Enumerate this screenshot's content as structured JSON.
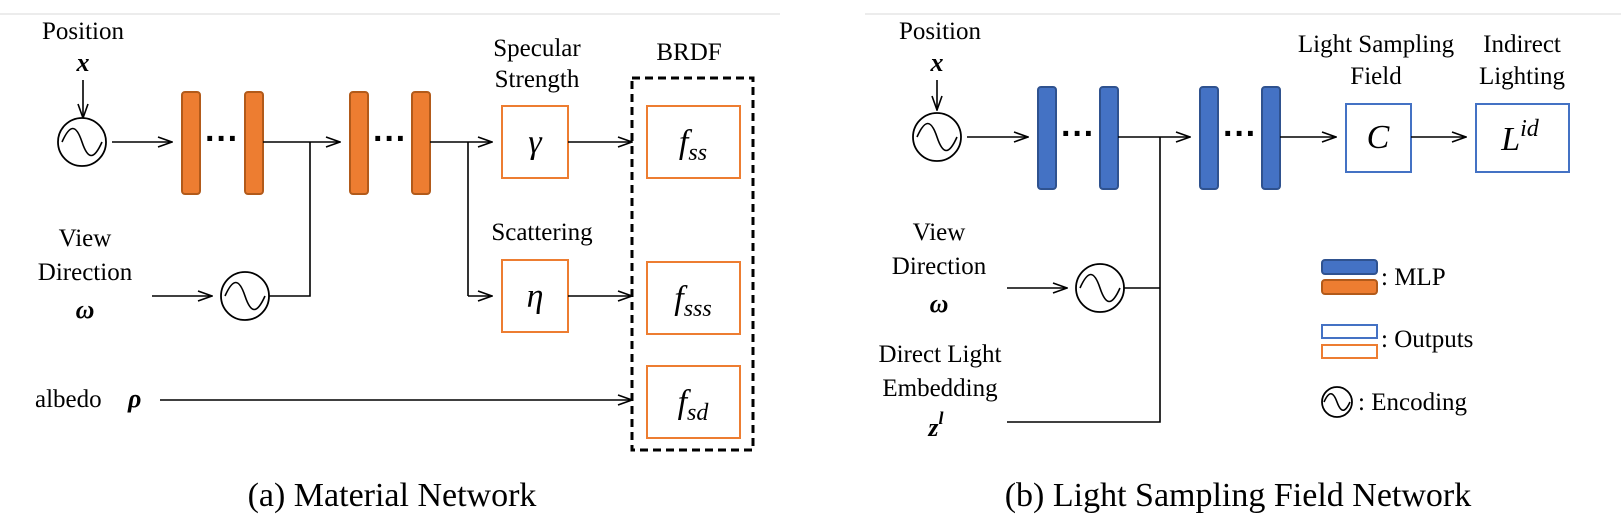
{
  "panel_a": {
    "position_label": "Position",
    "position_symbol": "x",
    "view_label_1": "View",
    "view_label_2": "Direction",
    "view_symbol": "ω",
    "albedo_label": "albedo",
    "albedo_symbol": "ρ",
    "specular_label_1": "Specular",
    "specular_label_2": "Strength",
    "specular_symbol": "γ",
    "scattering_label": "Scattering",
    "scattering_symbol": "η",
    "brdf_label": "BRDF",
    "f_main": "f",
    "f_ss_sub": "ss",
    "f_sss_sub": "sss",
    "f_sd_sub": "sd",
    "dots": "···",
    "caption": "(a) Material Network"
  },
  "panel_b": {
    "position_label": "Position",
    "position_symbol": "x",
    "view_label_1": "View",
    "view_label_2": "Direction",
    "view_symbol": "ω",
    "direct_label_1": "Direct Light",
    "direct_label_2": "Embedding",
    "direct_symbol": "z",
    "direct_sup": "l",
    "lsf_label_1": "Light Sampling",
    "lsf_label_2": "Field",
    "lsf_symbol": "C",
    "indirect_label_1": "Indirect",
    "indirect_label_2": "Lighting",
    "indirect_symbol": "L",
    "indirect_sup": "id",
    "dots": "···",
    "caption": "(b) Light Sampling Field Network"
  },
  "legend": {
    "mlp": ":  MLP",
    "outputs": ":  Outputs",
    "encoding": ":  Encoding"
  },
  "colors": {
    "orange_mlp": "#ED7D31",
    "blue_mlp": "#4472C4"
  }
}
